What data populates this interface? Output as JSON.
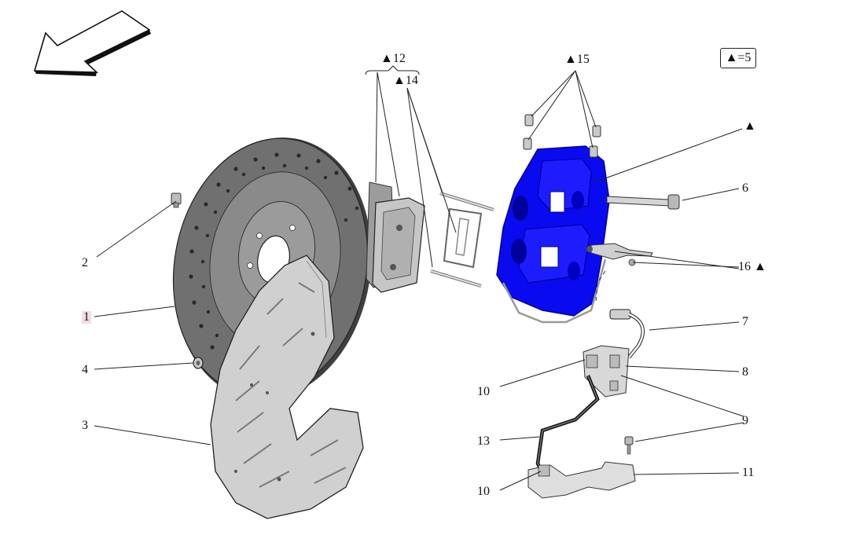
{
  "legend": "▲=5",
  "colors": {
    "caliper": "#0a0af0",
    "caliper_dark": "#00009a",
    "disc": "#6f6f6f",
    "disc_dark": "#3c3c3c",
    "shield": "#cfcfcf",
    "hose": "#1a1a1a",
    "leader": "#222222",
    "highlight": "#f6dbe6"
  },
  "labels": [
    {
      "id": "1",
      "text": "1",
      "highlight": true
    },
    {
      "id": "2",
      "text": "2"
    },
    {
      "id": "3",
      "text": "3"
    },
    {
      "id": "4",
      "text": "4"
    },
    {
      "id": "6",
      "text": "6"
    },
    {
      "id": "7",
      "text": "7"
    },
    {
      "id": "8",
      "text": "8"
    },
    {
      "id": "9",
      "text": "9"
    },
    {
      "id": "10a",
      "text": "10"
    },
    {
      "id": "10b",
      "text": "10"
    },
    {
      "id": "11",
      "text": "11"
    },
    {
      "id": "12",
      "text": "▲12"
    },
    {
      "id": "13",
      "text": "13"
    },
    {
      "id": "14",
      "text": "▲14"
    },
    {
      "id": "15",
      "text": "▲15"
    },
    {
      "id": "16",
      "text": "16 ▲"
    },
    {
      "id": "tri",
      "text": "▲"
    }
  ]
}
